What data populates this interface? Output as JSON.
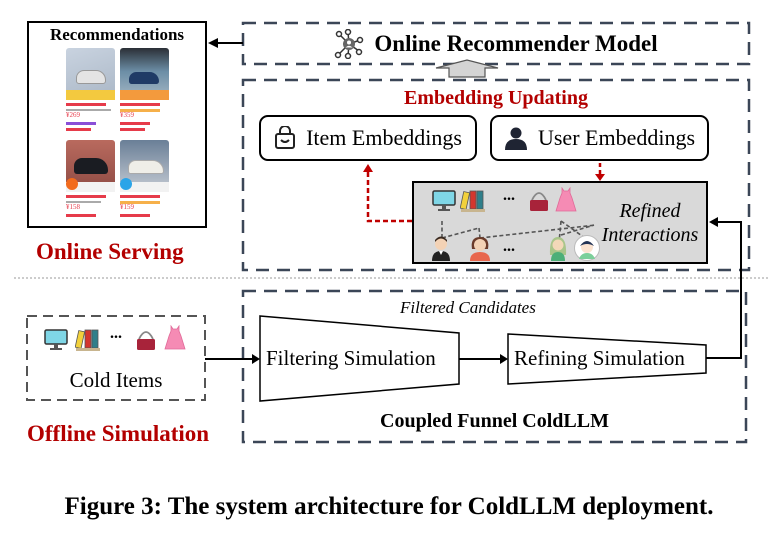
{
  "figure": {
    "caption": "Figure 3: The system architecture for ColdLLM deployment.",
    "colors": {
      "dashed_border": "#3b4657",
      "section_label_red": "#b30000",
      "red_arrow": "#c00000",
      "refined_bg": "#d9d9d9",
      "separator": "#bbbbbb"
    }
  },
  "online": {
    "section_label": "Online Serving",
    "recommendations": {
      "title": "Recommendations",
      "cards": [
        {
          "price": "¥269",
          "image": "gray-sneaker"
        },
        {
          "price": "¥359",
          "image": "navy-sneaker"
        },
        {
          "price": "¥158",
          "image": "black-sneaker"
        },
        {
          "price": "¥159",
          "image": "white-sneaker"
        }
      ]
    },
    "recommender_model": {
      "title": "Online Recommender Model",
      "icon": "network-user-icon"
    },
    "embedding_updating": {
      "title": "Embedding Updating",
      "item_embeddings": {
        "label": "Item Embeddings",
        "icon": "shopping-bag-icon"
      },
      "user_embeddings": {
        "label": "User Embeddings",
        "icon": "user-icon"
      },
      "refined_interactions": {
        "label_line1": "Refined",
        "label_line2": "Interactions",
        "items": [
          "monitor-icon",
          "binders-icon",
          "ellipsis",
          "handbag-icon",
          "dress-icon"
        ],
        "users": [
          "man-avatar",
          "woman-avatar",
          "ellipsis",
          "girl-avatar",
          "boy-avatar"
        ],
        "ellipsis": "..."
      }
    }
  },
  "offline": {
    "section_label": "Offline Simulation",
    "cold_items": {
      "label": "Cold Items",
      "items": [
        "monitor-icon",
        "binders-icon",
        "ellipsis",
        "handbag-icon",
        "dress-icon"
      ],
      "ellipsis": "..."
    },
    "coupled_funnel": {
      "title": "Coupled Funnel ColdLLM",
      "filtered_candidates": "Filtered Candidates",
      "filtering_stage": "Filtering Simulation",
      "refining_stage": "Refining Simulation"
    }
  }
}
